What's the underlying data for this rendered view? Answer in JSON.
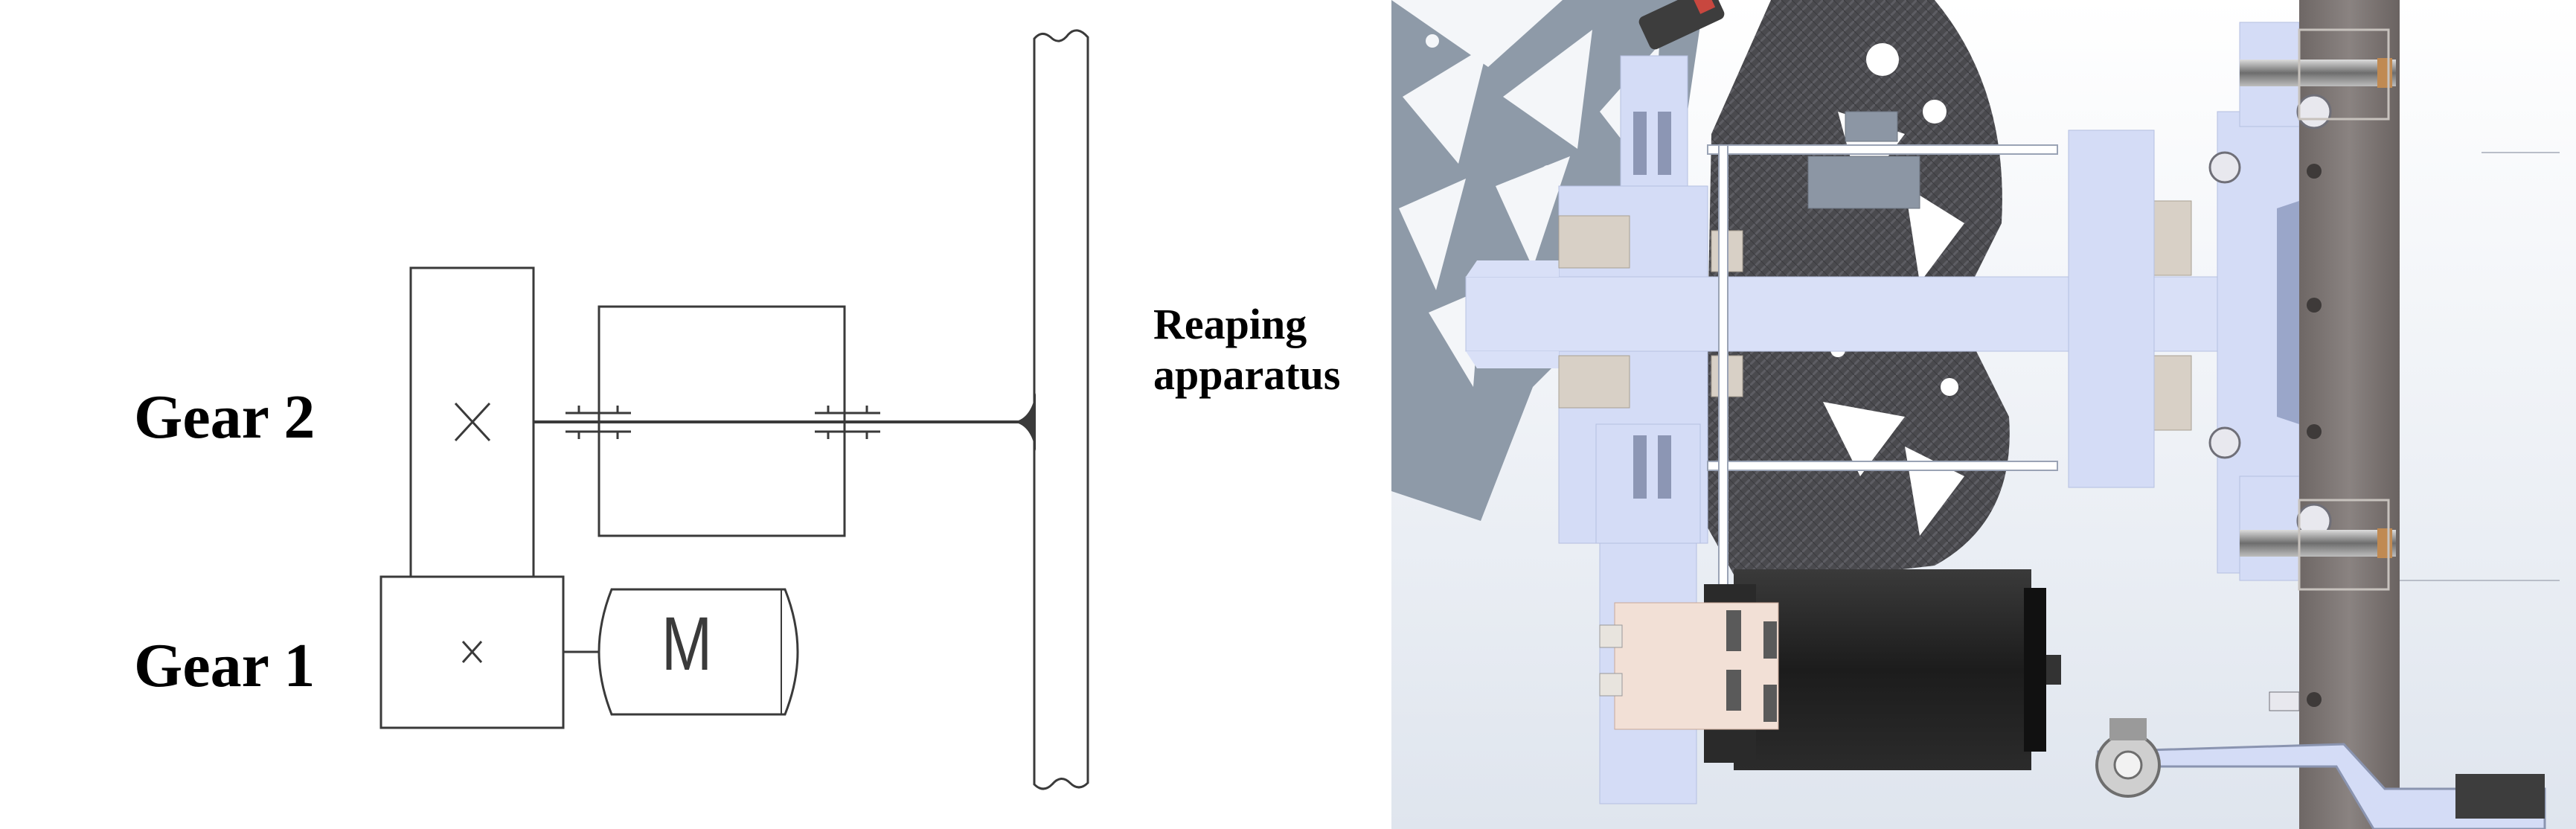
{
  "labels": {
    "gear2": "Gear 2",
    "gear1": "Gear 1",
    "motor": "M",
    "reaping_line1": "Reaping",
    "reaping_line2": "apparatus"
  },
  "colors": {
    "line": "#3a3a3a",
    "panel_bg": "#eef2f7",
    "carbon": "#4a4a4e",
    "steel": "#8e9aa8",
    "lavender": "#d4dcf6",
    "plate": "#7b7472",
    "motor": "#1f1f1f",
    "bronze": "#c08a52"
  },
  "icons": {
    "gear2_mark": "cross-mark-icon",
    "gear1_mark": "cross-mark-icon"
  }
}
